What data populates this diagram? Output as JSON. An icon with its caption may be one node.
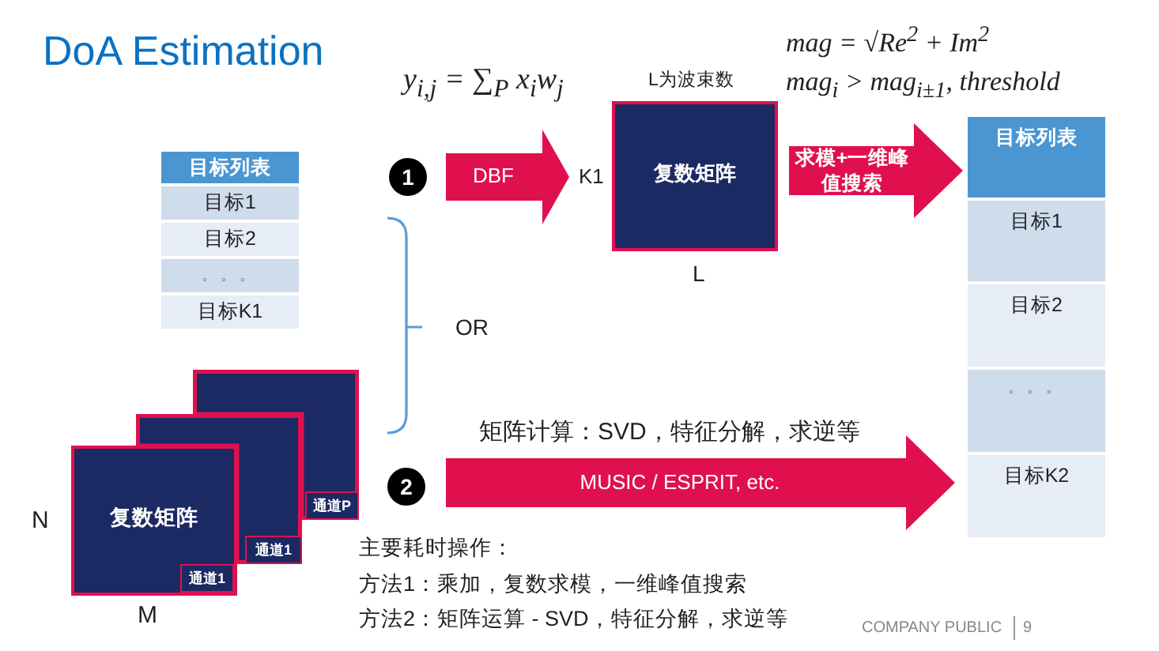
{
  "diagram": {
    "title": "DoA Estimation",
    "nodes": [
      {
        "text": [
          "目标列表",
          "目标1",
          "目标2",
          "。。。",
          "目标K1"
        ]
      },
      {
        "text": [
          "1"
        ]
      },
      {
        "text": [
          "复数矩阵"
        ],
        "beside": [
          "L为波束数",
          "K1",
          "L"
        ]
      },
      {
        "text": [
          "目标列表",
          "目标1",
          "目标2",
          "。。。",
          "目标K2"
        ]
      },
      {
        "text": [],
        "shape": "box"
      },
      {
        "text": [
          "通道P"
        ],
        "in": 4
      },
      {
        "text": [],
        "shape": "box"
      },
      {
        "text": [
          "通道1"
        ],
        "in": 6
      },
      {
        "text": [
          "复数矩阵"
        ],
        "beside": [
          "N",
          "M"
        ]
      },
      {
        "text": [
          "通道1"
        ],
        "in": 8
      },
      {
        "text": [
          "2"
        ]
      }
    ],
    "edges": [
      {
        "from": null,
        "to": 2,
        "arrow": "to",
        "label": "DBF"
      },
      {
        "from": 2,
        "to": 3,
        "arrow": "to",
        "label": "求模+一维峰值搜索"
      },
      {
        "from": null,
        "to": 3,
        "arrow": "to",
        "label": "MUSIC / ESPRIT, etc."
      }
    ],
    "labels": [
      "y$_{i,j}$ = ∑$_{P}$ x$_{i}$w$_{j}$",
      "mag = √Re$^{2}$ + Im$^{2}$",
      "mag$_{i}$ > mag$_{i±1}$, threshold",
      "OR",
      "矩阵计算：SVD，特征分解，求逆等",
      "主要耗时操作：",
      "方法1：乘加，复数求模，一维峰值搜索",
      "方法2：矩阵运算 - SVD，特征分解，求逆等",
      "COMPANY PUBLIC",
      "9"
    ]
  }
}
